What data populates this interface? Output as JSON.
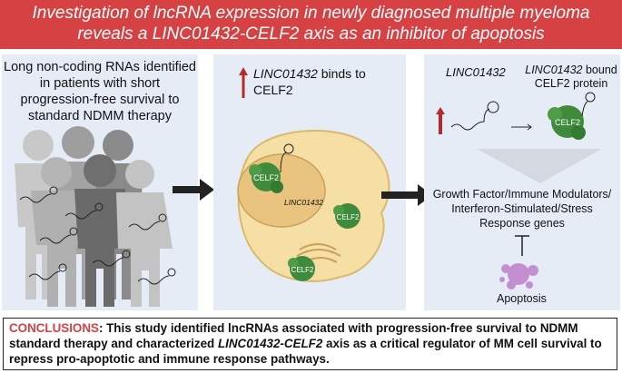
{
  "header": {
    "line1": "Investigation of lncRNA expression in newly diagnosed multiple myeloma",
    "line2": "reveals a LINC01432-CELF2 axis as an inhibitor of apoptosis"
  },
  "panel1": {
    "lines": [
      "Long non-coding RNAs identified",
      "in patients with short",
      "progression-free survival to",
      "standard NDMM therapy"
    ]
  },
  "panel2": {
    "gene": "LINC01432",
    "binds_text": " binds to",
    "protein": "CELF2",
    "protein_label": "CELF2",
    "rna_label": "LINC01432"
  },
  "panel3": {
    "rna_title": "LINC01432",
    "bound_title_gene": "LINC01432",
    "bound_title_rest": " bound",
    "bound_title_line2": "CELF2 protein",
    "protein_label": "CELF2",
    "genes_lines": [
      "Growth Factor/Immune Modulators/",
      "Interferon-Stimulated/Stress",
      "Response genes"
    ],
    "apoptosis": "Apoptosis"
  },
  "conclusion": {
    "label": "CONCLUSIONS",
    "text1": ": This study identified lncRNAs associated with progression-free survival to NDMM standard therapy and characterized ",
    "gene_axis": "LINC01432-CELF2",
    "text2": " axis  as a critical regulator of MM cell survival to repress pro-apoptotic and immune response pathways."
  },
  "colors": {
    "header_red": "#d64143",
    "panel_bg": "#e6ecf5",
    "protein_green": "#3f8a3b",
    "arrow_dark": "#c0312f",
    "apoptosis_purple": "#c48fd0"
  }
}
